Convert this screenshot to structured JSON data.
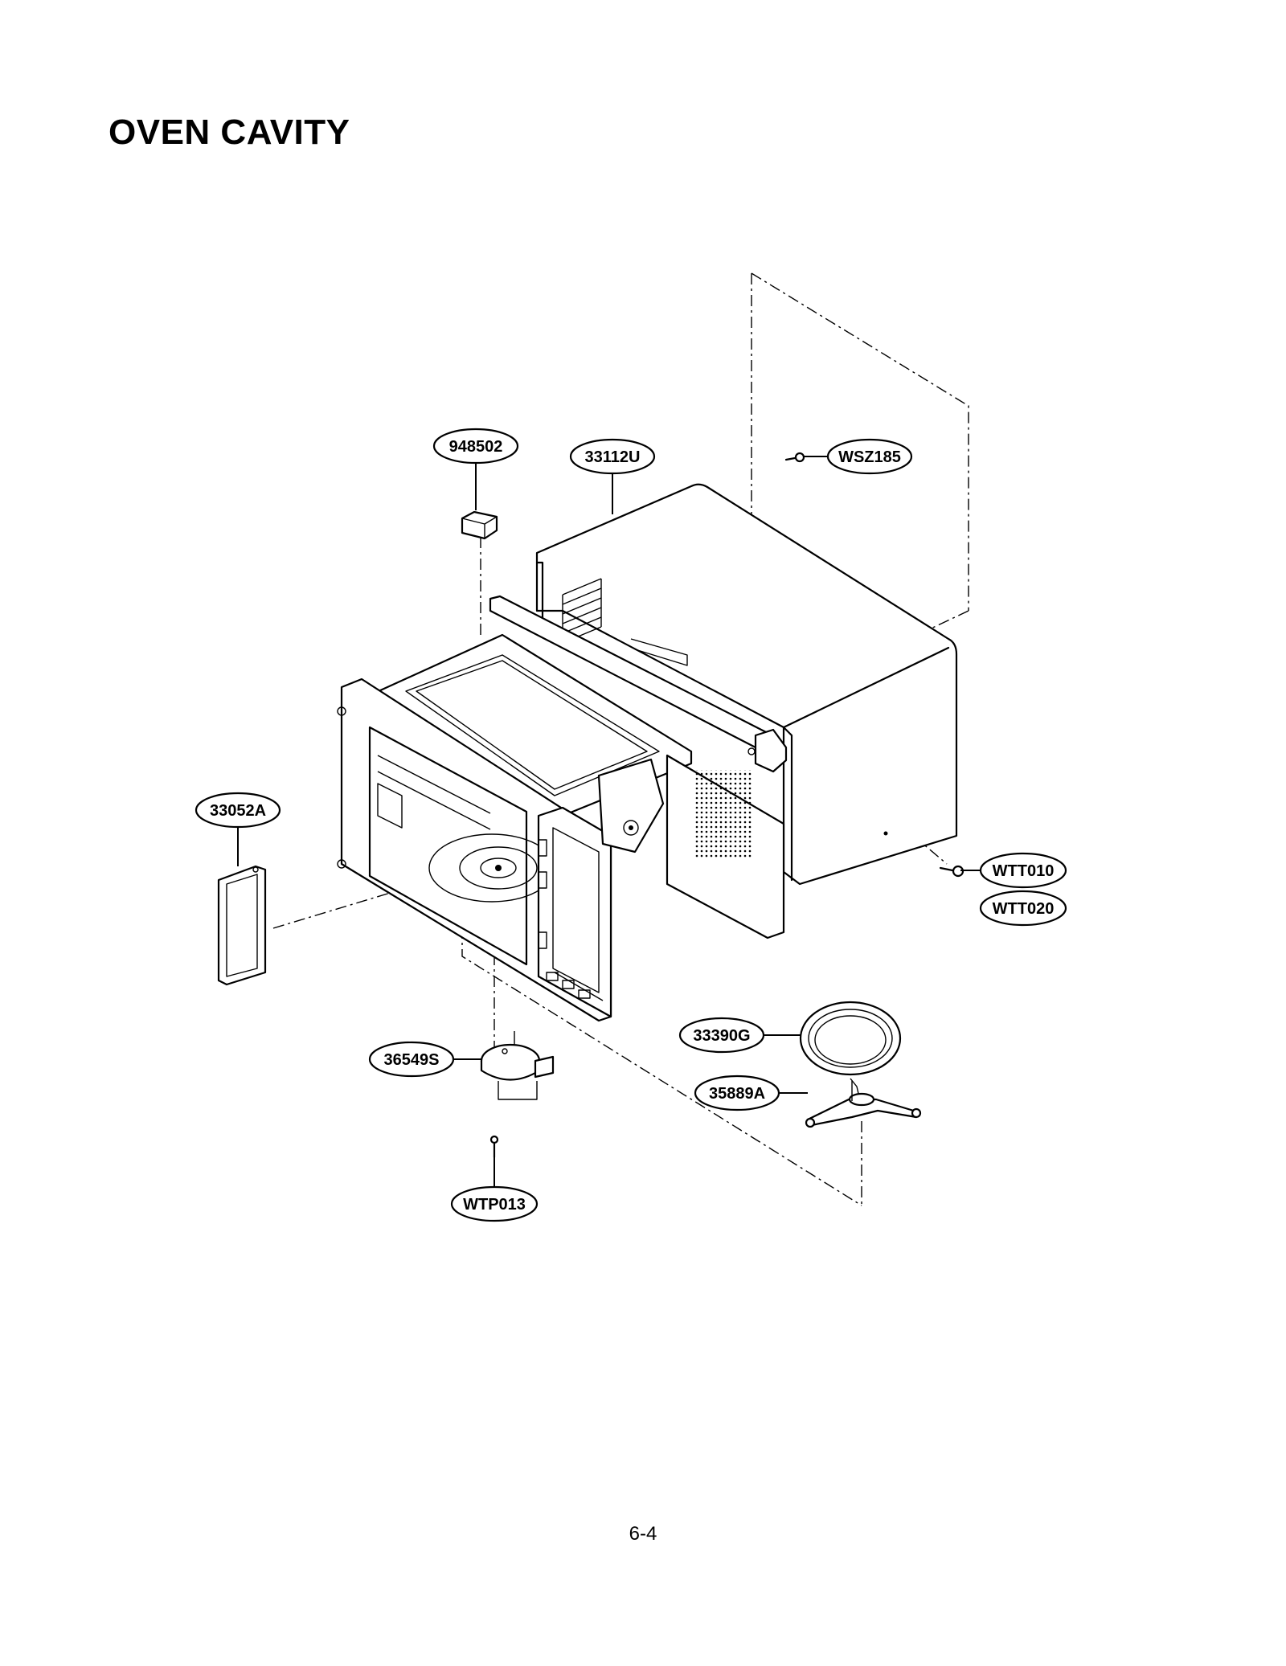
{
  "page": {
    "title": "OVEN CAVITY",
    "page_number": "6-4"
  },
  "parts": [
    {
      "id": "948502",
      "name": "cavity-fuse-block"
    },
    {
      "id": "33112U",
      "name": "outer-case"
    },
    {
      "id": "WSZ185",
      "name": "case-screw"
    },
    {
      "id": "33052A",
      "name": "waveguide-cover"
    },
    {
      "id": "WTT010",
      "name": "side-screw-a"
    },
    {
      "id": "WTT020",
      "name": "side-screw-b"
    },
    {
      "id": "33390G",
      "name": "glass-tray"
    },
    {
      "id": "35889A",
      "name": "roller-ring"
    },
    {
      "id": "36549S",
      "name": "turntable-motor"
    },
    {
      "id": "WTP013",
      "name": "motor-screw"
    }
  ]
}
